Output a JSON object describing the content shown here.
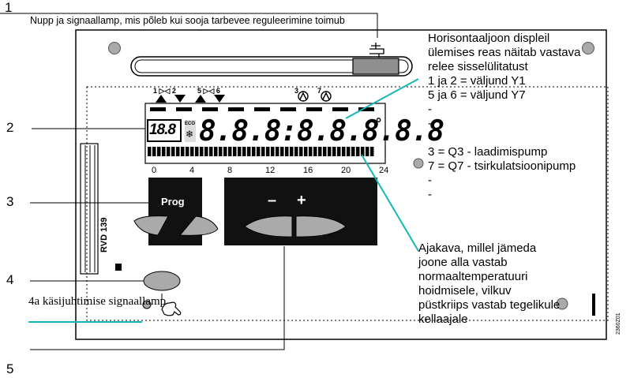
{
  "callouts": {
    "n1": "1",
    "n2": "2",
    "n3": "3",
    "n4": "4",
    "n5": "5",
    "c1_text": "Nupp ja signaallamp, mis põleb kui sooja tarbevee reguleerimine toimub",
    "c4a_text": "4a käsijuhtimise signaallamp"
  },
  "right_text": {
    "lines1": [
      "Horisontaaljoon displeil",
      "ülemises reas näitab vastava",
      "relee sisselülitatust",
      "1 ja 2 = väljund Y1",
      "5 ja 6 = väljund Y7",
      "-",
      "-",
      "-",
      "3 = Q3 - laadimispump",
      "7 = Q7 - tsirkulatsioonipump",
      "-",
      "-"
    ],
    "lines2": [
      "Ajakava, millel jämeda",
      "joone alla vastab",
      "normaaltemperatuuri",
      "hoidmisele, vilkuv",
      "püstkriips vastab tegelikule",
      "kellaajale"
    ]
  },
  "device": {
    "model": "RVD 139",
    "prog_label": "Prog",
    "minus": "–",
    "plus": "+",
    "eco": "ECO",
    "snow": "❄",
    "digits_small": "18.8",
    "digits_main": "8.8.8:8.8.8.8.8",
    "degree": "°",
    "relay_labels": {
      "r12": "1 ▷◁ 2",
      "r56": "5 ▷◁ 6",
      "p3": "3",
      "p7": "7"
    },
    "time_axis": [
      "0",
      "4",
      "8",
      "12",
      "16",
      "20",
      "24"
    ],
    "ref": "2360Z01"
  },
  "icons": {
    "tap": "tap-icon",
    "hand": "hand-icon"
  }
}
